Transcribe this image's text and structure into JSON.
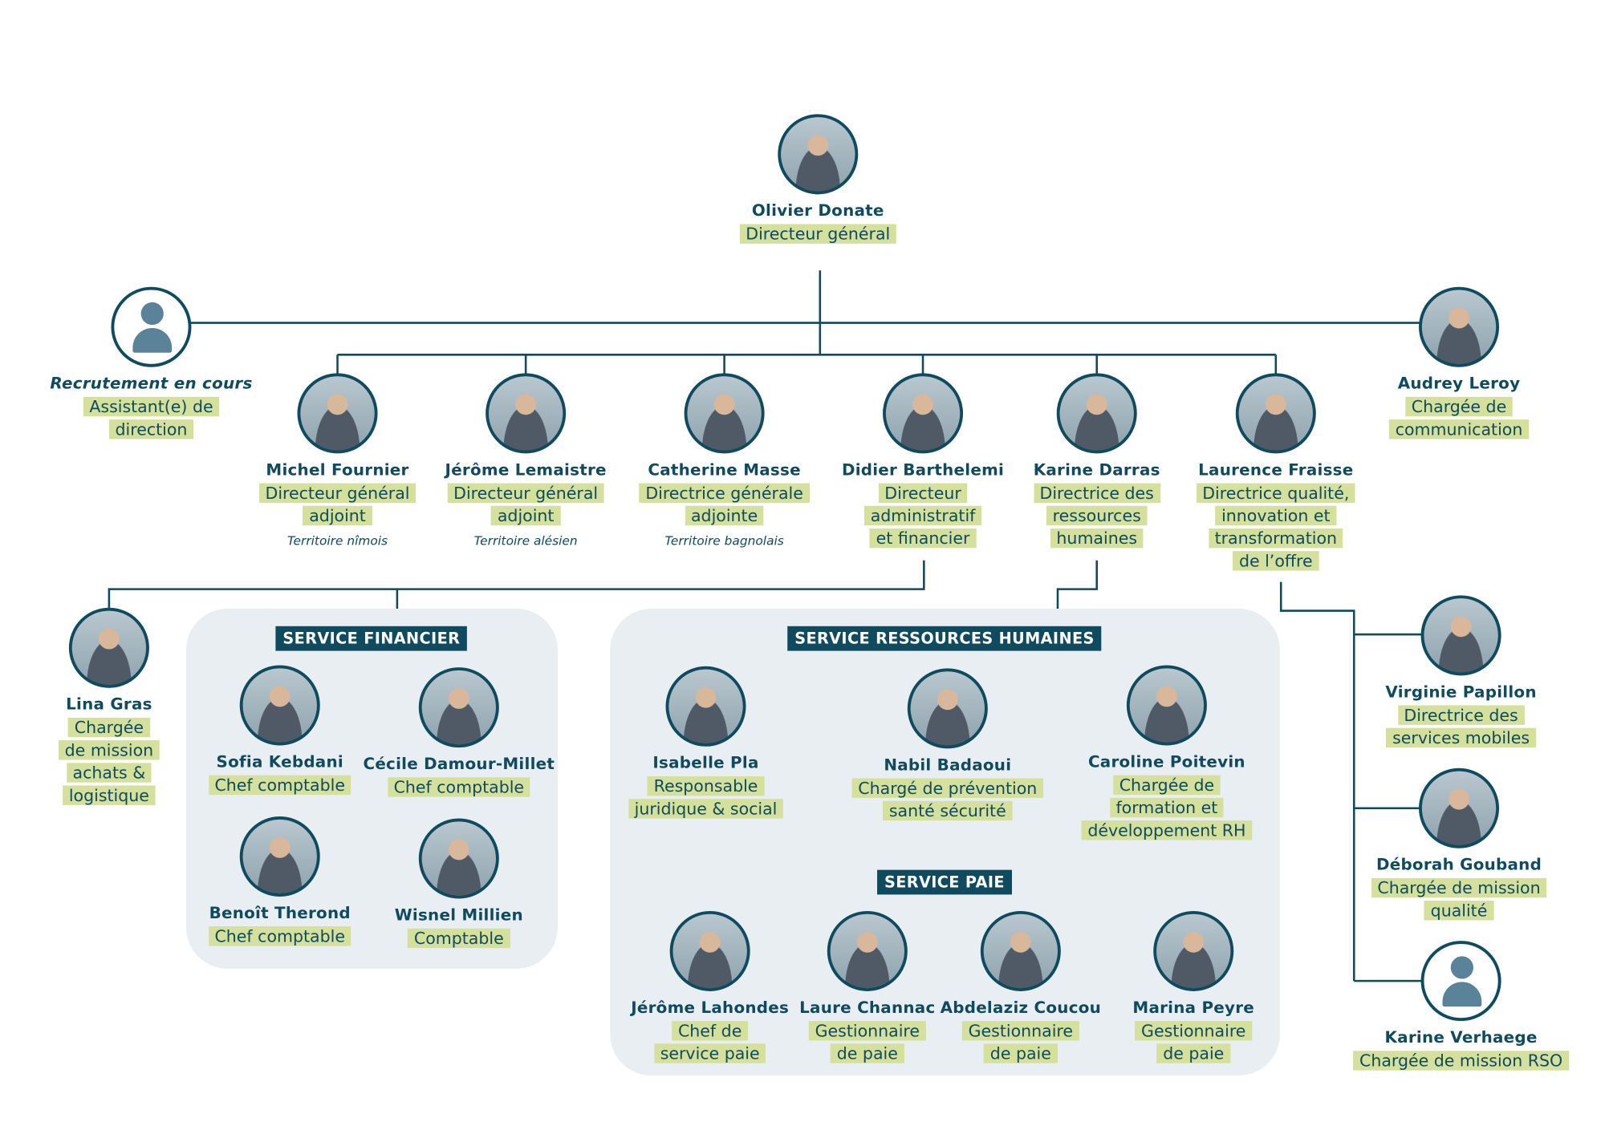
{
  "sections": {
    "finance": "SERVICE FINANCIER",
    "rh": "SERVICE RESSOURCES HUMAINES",
    "paie": "SERVICE PAIE"
  },
  "nodes": [
    {
      "name": "Olivier Donate",
      "role": [
        "Directeur général"
      ],
      "avatar": "photo"
    },
    {
      "name": "Recrutement en cours",
      "role": [
        "Assistant(e) de",
        "direction"
      ],
      "avatar": "person-icon",
      "italic": true
    },
    {
      "name": "Audrey Leroy",
      "role": [
        "Chargée de",
        "communication"
      ],
      "avatar": "photo"
    },
    {
      "name": "Michel Fournier",
      "role": [
        "Directeur général",
        "adjoint"
      ],
      "note": "Territoire nîmois",
      "avatar": "photo"
    },
    {
      "name": "Jérôme Lemaistre",
      "role": [
        "Directeur général",
        "adjoint"
      ],
      "note": "Territoire alésien",
      "avatar": "photo"
    },
    {
      "name": "Catherine Masse",
      "role": [
        "Directrice générale",
        "adjointe"
      ],
      "note": "Territoire bagnolais",
      "avatar": "photo"
    },
    {
      "name": "Didier Barthelemi",
      "role": [
        "Directeur",
        "administratif",
        "et financier"
      ],
      "avatar": "photo"
    },
    {
      "name": "Karine Darras",
      "role": [
        "Directrice des",
        "ressources",
        "humaines"
      ],
      "avatar": "photo"
    },
    {
      "name": "Laurence Fraisse",
      "role": [
        "Directrice qualité,",
        "innovation et",
        "transformation",
        "de l’offre"
      ],
      "avatar": "photo"
    },
    {
      "name": "Lina Gras",
      "role": [
        "Chargée",
        "de mission",
        "achats &",
        "logistique"
      ],
      "avatar": "photo"
    },
    {
      "name": "Sofia Kebdani",
      "role": [
        "Chef comptable"
      ],
      "avatar": "photo"
    },
    {
      "name": "Cécile Damour-Millet",
      "role": [
        "Chef comptable"
      ],
      "avatar": "photo"
    },
    {
      "name": "Benoît Therond",
      "role": [
        "Chef comptable"
      ],
      "avatar": "photo"
    },
    {
      "name": "Wisnel Millien",
      "role": [
        "Comptable"
      ],
      "avatar": "photo"
    },
    {
      "name": "Isabelle Pla",
      "role": [
        "Responsable",
        "juridique & social"
      ],
      "avatar": "photo"
    },
    {
      "name": "Nabil Badaoui",
      "role": [
        "Chargé de prévention",
        "santé sécurité"
      ],
      "avatar": "photo"
    },
    {
      "name": "Caroline Poitevin",
      "role": [
        "Chargée de",
        "formation et",
        "développement RH"
      ],
      "avatar": "photo"
    },
    {
      "name": "Jérôme Lahondes",
      "role": [
        "Chef de",
        "service paie"
      ],
      "avatar": "photo"
    },
    {
      "name": "Laure Channac",
      "role": [
        "Gestionnaire",
        "de paie"
      ],
      "avatar": "photo"
    },
    {
      "name": "Abdelaziz Coucou",
      "role": [
        "Gestionnaire",
        "de paie"
      ],
      "avatar": "photo"
    },
    {
      "name": "Marina Peyre",
      "role": [
        "Gestionnaire",
        "de paie"
      ],
      "avatar": "photo"
    },
    {
      "name": "Virginie Papillon",
      "role": [
        "Directrice des",
        "services mobiles"
      ],
      "avatar": "photo"
    },
    {
      "name": "Déborah Gouband",
      "role": [
        "Chargée de mission",
        "qualité"
      ],
      "avatar": "photo"
    },
    {
      "name": "Karine Verhaege",
      "role": [
        "Chargée de mission RSO"
      ],
      "avatar": "person-icon"
    }
  ],
  "colors": {
    "primary": "#0f4a5f",
    "highlight": "#d4e09b",
    "panel": "#e8eef1",
    "icon": "#5a8399"
  }
}
